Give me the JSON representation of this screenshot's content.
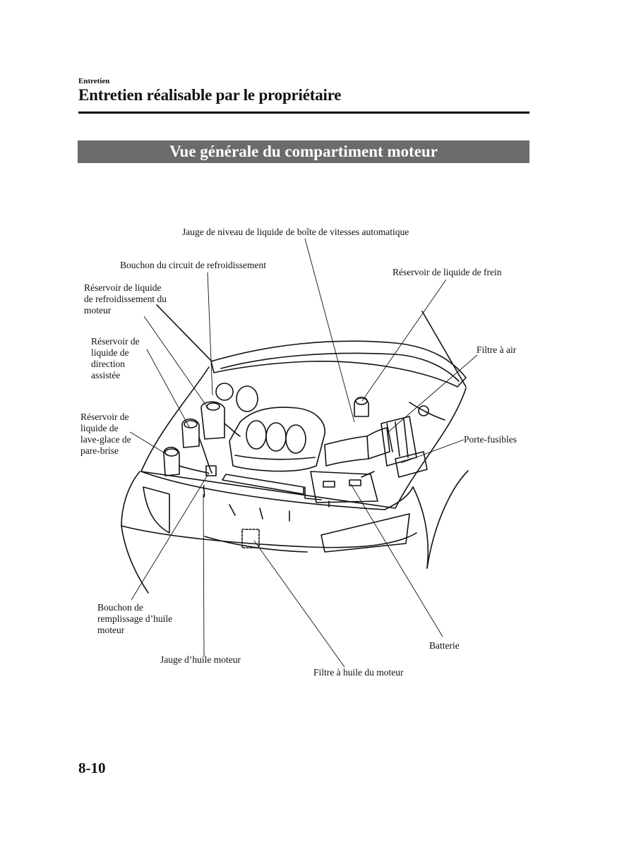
{
  "header": {
    "section": "Entretien",
    "title": "Entretien réalisable par le propriétaire"
  },
  "banner": {
    "title": "Vue générale du compartiment moteur"
  },
  "labels": {
    "transmission_dipstick": "Jauge de niveau de liquide de boîte de vitesses automatique",
    "coolant_cap": "Bouchon du circuit de refroidissement",
    "coolant_reservoir": [
      "Réservoir de liquide",
      "de refroidissement du",
      "moteur"
    ],
    "power_steering": [
      "Réservoir de",
      "liquide de",
      "direction",
      "assistée"
    ],
    "washer_reservoir": [
      "Réservoir de",
      "liquide de",
      "lave-glace de",
      "pare-brise"
    ],
    "brake_reservoir": "Réservoir de liquide de frein",
    "air_filter": "Filtre à air",
    "fuse_box": "Porte-fusibles",
    "oil_filler_cap": [
      "Bouchon de",
      "remplissage d’huile",
      "moteur"
    ],
    "oil_dipstick": "Jauge d’huile moteur",
    "oil_filter": "Filtre à huile du moteur",
    "battery": "Batterie"
  },
  "footer": {
    "page_number": "8-10"
  }
}
